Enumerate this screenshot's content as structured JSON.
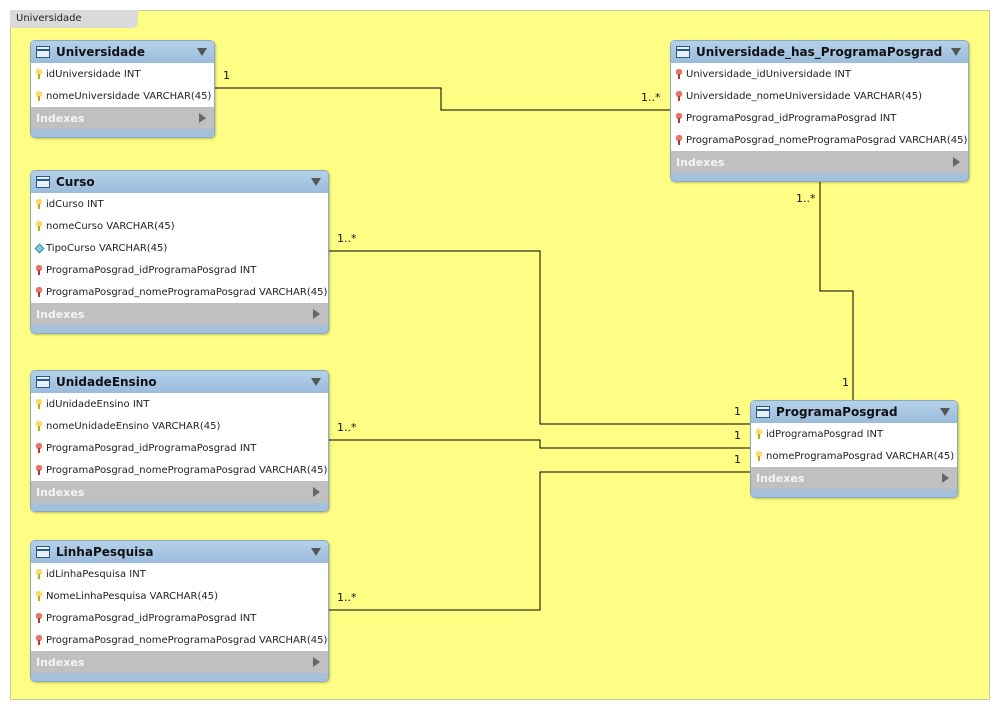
{
  "layer_name": "Universidade",
  "indexes_label": "Indexes",
  "tables": {
    "universidade": {
      "name": "Universidade",
      "columns": [
        {
          "key": "pk",
          "label": "idUniversidade INT"
        },
        {
          "key": "pk",
          "label": "nomeUniversidade VARCHAR(45)"
        }
      ]
    },
    "univ_has_prog": {
      "name": "Universidade_has_ProgramaPosgrad",
      "columns": [
        {
          "key": "fk",
          "label": "Universidade_idUniversidade INT"
        },
        {
          "key": "fk",
          "label": "Universidade_nomeUniversidade VARCHAR(45)"
        },
        {
          "key": "fk",
          "label": "ProgramaPosgrad_idProgramaPosgrad INT"
        },
        {
          "key": "fk",
          "label": "ProgramaPosgrad_nomeProgramaPosgrad VARCHAR(45)"
        }
      ]
    },
    "curso": {
      "name": "Curso",
      "columns": [
        {
          "key": "pk",
          "label": "idCurso INT"
        },
        {
          "key": "pk",
          "label": "nomeCurso VARCHAR(45)"
        },
        {
          "key": "attr",
          "label": "TipoCurso VARCHAR(45)"
        },
        {
          "key": "fk",
          "label": "ProgramaPosgrad_idProgramaPosgrad INT"
        },
        {
          "key": "fk",
          "label": "ProgramaPosgrad_nomeProgramaPosgrad VARCHAR(45)"
        }
      ]
    },
    "unidade_ensino": {
      "name": "UnidadeEnsino",
      "columns": [
        {
          "key": "pk",
          "label": "idUnidadeEnsino INT"
        },
        {
          "key": "pk",
          "label": "nomeUnidadeEnsino VARCHAR(45)"
        },
        {
          "key": "fk",
          "label": "ProgramaPosgrad_idProgramaPosgrad INT"
        },
        {
          "key": "fk",
          "label": "ProgramaPosgrad_nomeProgramaPosgrad VARCHAR(45)"
        }
      ]
    },
    "linha_pesquisa": {
      "name": "LinhaPesquisa",
      "columns": [
        {
          "key": "pk",
          "label": "idLinhaPesquisa INT"
        },
        {
          "key": "pk",
          "label": "NomeLinhaPesquisa VARCHAR(45)"
        },
        {
          "key": "fk",
          "label": "ProgramaPosgrad_idProgramaPosgrad INT"
        },
        {
          "key": "fk",
          "label": "ProgramaPosgrad_nomeProgramaPosgrad VARCHAR(45)"
        }
      ]
    },
    "programa_posgrad": {
      "name": "ProgramaPosgrad",
      "columns": [
        {
          "key": "pk",
          "label": "idProgramaPosgrad INT"
        },
        {
          "key": "pk",
          "label": "nomeProgramaPosgrad VARCHAR(45)"
        }
      ]
    }
  },
  "cardinalities": {
    "univ_side": "1",
    "univ_has_left": "1..*",
    "univ_has_bottom": "1..*",
    "prog_top": "1",
    "curso_side": "1..*",
    "unidade_side": "1..*",
    "linha_side": "1..*",
    "prog_left_1": "1",
    "prog_left_2": "1",
    "prog_left_3": "1"
  }
}
